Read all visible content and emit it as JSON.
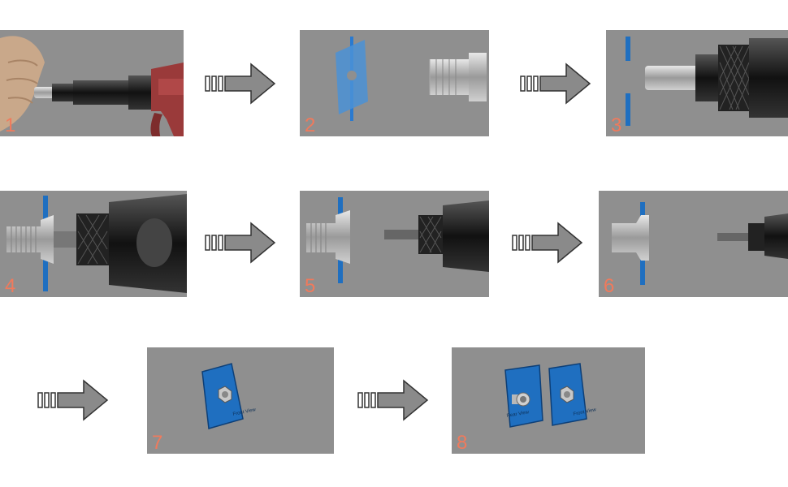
{
  "steps": [
    {
      "number": "1"
    },
    {
      "number": "2"
    },
    {
      "number": "3"
    },
    {
      "number": "4"
    },
    {
      "number": "5"
    },
    {
      "number": "6"
    },
    {
      "number": "7",
      "label": "Front View"
    },
    {
      "number": "8",
      "label_left": "Rear View",
      "label_right": "Front View"
    }
  ],
  "colors": {
    "panel": "#8f8f8f",
    "sheet": "#1f6fc0",
    "tool": "#1a1a1a",
    "tool_red": "#9a3a3a",
    "number": "#f07a5c"
  }
}
